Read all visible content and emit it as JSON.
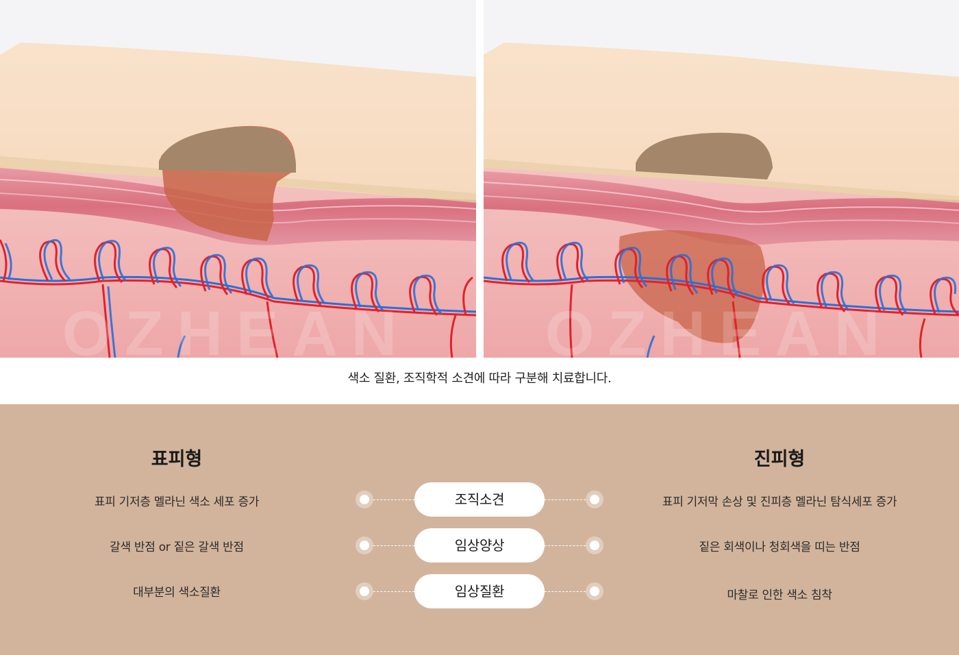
{
  "illustration": {
    "left_panel": "표피형",
    "right_panel": "진피형",
    "watermark": "OZHEAN"
  },
  "caption": "색소 질환, 조직학적 소견에 따라 구분해 치료합니다.",
  "comparison": {
    "left_title": "표피형",
    "right_title": "진피형",
    "rows": [
      {
        "label": "조직소견",
        "left": "표피 기저층 멜라닌 색소 세포 증가",
        "right": "표피 기저막 손상 및 진피층 멜라닌 탐식세포 증가"
      },
      {
        "label": "임상양상",
        "left": "갈색 반점 or 짙은 갈색 반점",
        "right": "짙은 회색이나 청회색을 띠는 반점"
      },
      {
        "label": "임상질환",
        "left": "대부분의 색소질환",
        "right": "마찰로 인한 색소 침착"
      }
    ]
  },
  "colors": {
    "panel_bg": "#d2b49c",
    "epidermis": "#f5d9bd",
    "dermis": "#f0b9b8",
    "lesion": "#a0846a",
    "deep_lesion": "#c8644a",
    "artery": "#e0222c",
    "vein": "#2a6fd8"
  }
}
